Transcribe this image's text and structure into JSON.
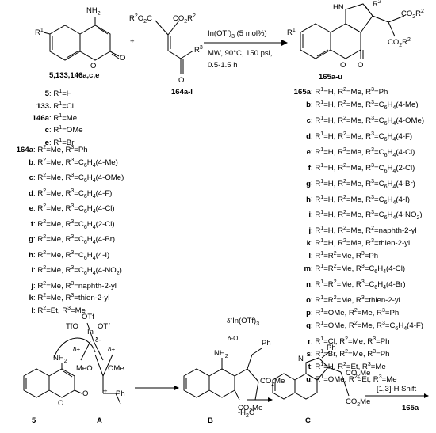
{
  "top": {
    "reactant1_label": "5,133,146a,c,e",
    "reactant2_label": "164a-l",
    "product_label": "165a-u",
    "plus": "+",
    "conditions": [
      "In(OTf)3 (5 mol%)",
      "MW, 90°C, 150 psi,",
      "0.5-1.5 h"
    ]
  },
  "reactant1_list": [
    {
      "id": "5",
      "sub": "R1=H"
    },
    {
      "id": "133",
      "sub": "R1=Cl"
    },
    {
      "id": "146a",
      "sub": "R1=Me"
    },
    {
      "id": "c",
      "sub": "R1=OMe"
    },
    {
      "id": "e",
      "sub": "R1=Br"
    }
  ],
  "reactant2_list": [
    {
      "id": "164a",
      "sub": "R2=Me, R3=Ph"
    },
    {
      "id": "b",
      "sub": "R2=Me, R3=C6H4(4-Me)"
    },
    {
      "id": "c",
      "sub": "R2=Me, R3=C6H4(4-OMe)"
    },
    {
      "id": "d",
      "sub": "R2=Me, R3=C6H4(4-F)"
    },
    {
      "id": "e",
      "sub": "R2=Me, R3=C6H4(4-Cl)"
    },
    {
      "id": "f",
      "sub": "R2=Me, R3=C6H4(2-Cl)"
    },
    {
      "id": "g",
      "sub": "R2=Me, R3=C6H4(4-Br)"
    },
    {
      "id": "h",
      "sub": "R2=Me, R3=C6H4(4-I)"
    },
    {
      "id": "i",
      "sub": "R2=Me, R3=C6H4(4-NO2)"
    },
    {
      "id": "j",
      "sub": "R2=Me, R3=naphth-2-yl"
    },
    {
      "id": "k",
      "sub": "R2=Me, R3=thien-2-yl"
    },
    {
      "id": "l",
      "sub": "R2=Et, R3=Me"
    }
  ],
  "product_list": [
    {
      "id": "165a",
      "sub": "R1=H, R2=Me, R3=Ph"
    },
    {
      "id": "b",
      "sub": "R1=H, R2=Me, R3=C6H4(4-Me)"
    },
    {
      "id": "c",
      "sub": "R1=H, R2=Me, R3=C6H4(4-OMe)"
    },
    {
      "id": "d",
      "sub": "R1=H, R2=Me, R3=C6H4(4-F)"
    },
    {
      "id": "e",
      "sub": "R1=H, R2=Me, R3=C6H4(4-Cl)"
    },
    {
      "id": "f",
      "sub": "R1=H, R2=Me, R3=C6H4(2-Cl)"
    },
    {
      "id": "g",
      "sub": "R1=H, R2=Me, R3=C6H4(4-Br)"
    },
    {
      "id": "h",
      "sub": "R1=H, R2=Me, R3=C6H4(4-I)"
    },
    {
      "id": "i",
      "sub": "R1=H, R2=Me, R3=C6H4(4-NO2)"
    },
    {
      "id": "j",
      "sub": "R1=H, R2=Me, R2=naphth-2-yl"
    },
    {
      "id": "k",
      "sub": "R1=H, R2=Me, R3=thien-2-yl"
    },
    {
      "id": "l",
      "sub": "R1=R2=Me, R3=Ph"
    },
    {
      "id": "m",
      "sub": "R1=R2=Me, R3=C6H4(4-Cl)"
    },
    {
      "id": "n",
      "sub": "R1=R2=Me, R3=C6H4(4-Br)"
    },
    {
      "id": "o",
      "sub": "R1=R2=Me, R3=thien-2-yl"
    },
    {
      "id": "p",
      "sub": "R1=OMe, R2=Me, R3=Ph"
    },
    {
      "id": "q",
      "sub": "R1=OMe, R2=Me, R3=C6H4(4-F)"
    },
    {
      "id": "r",
      "sub": "R1=Cl, R2=Me, R3=Ph"
    },
    {
      "id": "s",
      "sub": "R1=Br, R2=Me, R3=Ph"
    },
    {
      "id": "t",
      "sub": "R1=H, R2=Et, R3=Me"
    },
    {
      "id": "u",
      "sub": "R1=OMe, R2=Et, R3=Me"
    }
  ],
  "mechanism": {
    "labels": [
      "5",
      "A",
      "B",
      "C",
      "165a"
    ],
    "catalyst_A": [
      "OTf",
      "TfO",
      "In",
      "OTf",
      "δ-",
      "δ+",
      "δ+"
    ],
    "catalyst_B": "δ-In(OTf)3",
    "minus_water": "-H2O",
    "shift_step": "[1,3]-H Shift",
    "groups": [
      "NH2",
      "MeO",
      "OMe",
      "Ph",
      "CO2Me"
    ]
  },
  "atoms": {
    "NH2": "NH2",
    "O": "O",
    "R1": "R1",
    "R2O2C": "R2O2C",
    "CO2R2": "CO2R2",
    "R3": "R3",
    "HN": "HN",
    "R2": "R2",
    "N": "N",
    "Ph": "Ph",
    "CO2Me": "CO2Me",
    "MeO": "MeO",
    "OMe": "OMe"
  }
}
